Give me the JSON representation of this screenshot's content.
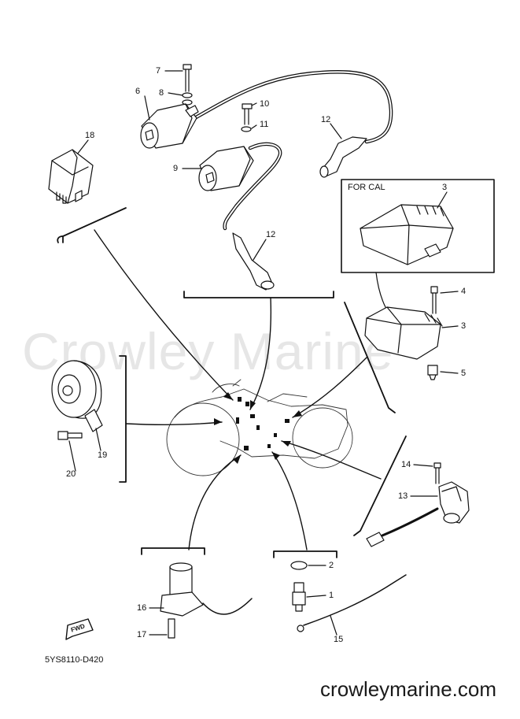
{
  "diagram": {
    "watermark_text": "Crowley Marine",
    "footer_url": "crowleymarine.com",
    "diagram_code": "5YS8110-D420",
    "inset_label": "FOR CAL",
    "fwd_label": "FWD",
    "callouts": {
      "c1": "1",
      "c2": "2",
      "c3a": "3",
      "c3b": "3",
      "c4": "4",
      "c5": "5",
      "c6": "6",
      "c7": "7",
      "c8": "8",
      "c9": "9",
      "c10": "10",
      "c11": "11",
      "c12a": "12",
      "c12b": "12",
      "c13": "13",
      "c14": "14",
      "c15": "15",
      "c16": "16",
      "c17": "17",
      "c18": "18",
      "c19": "19",
      "c20": "20"
    }
  }
}
